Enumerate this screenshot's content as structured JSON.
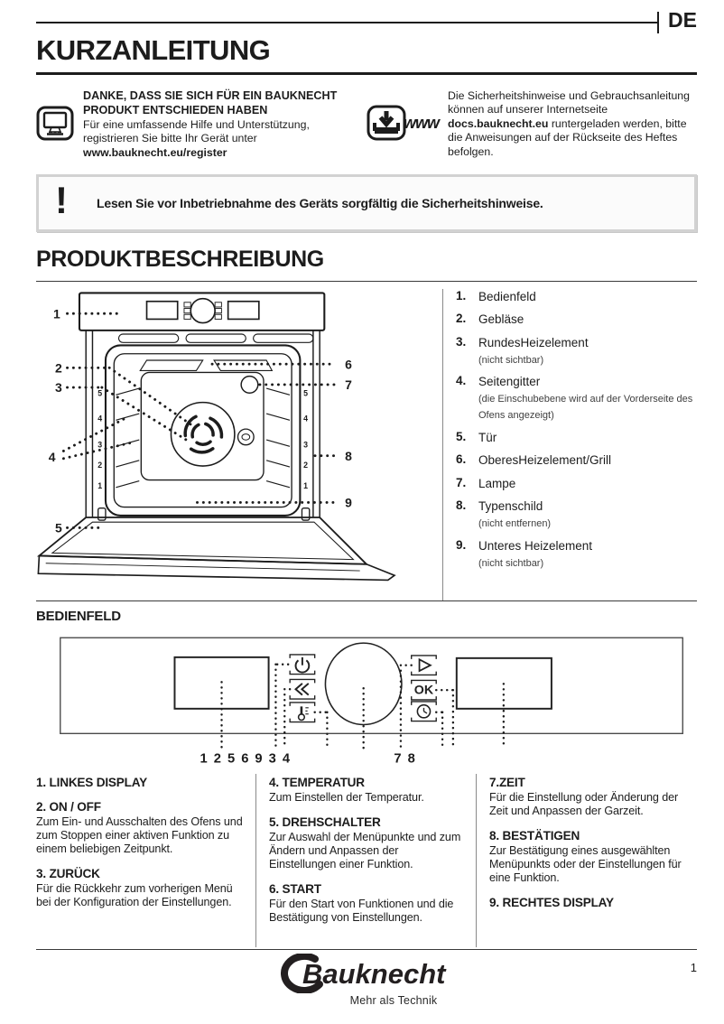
{
  "header": {
    "lang": "DE",
    "title": "KURZANLEITUNG"
  },
  "register_note": {
    "heading": "DANKE, DASS SIE SICH FÜR EIN BAUKNECHT PRODUKT ENTSCHIEDEN HABEN",
    "body": "Für eine umfassende Hilfe und Unterstützung, registrieren Sie bitte Ihr Gerät unter ",
    "link": "www.bauknecht.eu/register"
  },
  "docs_note": {
    "www_label": "www",
    "body_before": "Die Sicherheitshinweise und Gebrauchsanleitung können auf unserer Internetseite ",
    "link": "docs.bauknecht.eu",
    "body_after": " runtergeladen werden, bitte die Anweisungen auf der Rückseite des Heftes befolgen."
  },
  "warning": {
    "mark": "!",
    "text": "Lesen Sie vor Inbetriebnahme des Geräts sorgfältig die Sicherheitshinweise."
  },
  "product_section": {
    "heading": "PRODUKTBESCHREIBUNG",
    "items": [
      {
        "num": "1.",
        "label": "Bedienfeld",
        "note": ""
      },
      {
        "num": "2.",
        "label": "Gebläse",
        "note": ""
      },
      {
        "num": "3.",
        "label": "RundesHeizelement",
        "note": "(nicht sichtbar)"
      },
      {
        "num": "4.",
        "label": "Seitengitter",
        "note": "(die Einschubebene wird auf der Vorderseite des Ofens angezeigt)"
      },
      {
        "num": "5.",
        "label": "Tür",
        "note": ""
      },
      {
        "num": "6.",
        "label": "OberesHeizelement/Grill",
        "note": ""
      },
      {
        "num": "7.",
        "label": "Lampe",
        "note": ""
      },
      {
        "num": "8.",
        "label": "Typenschild",
        "note": "(nicht entfernen)"
      },
      {
        "num": "9.",
        "label": "Unteres Heizelement",
        "note": "(nicht sichtbar)"
      }
    ],
    "diagram_labels": {
      "l1": "1",
      "l2": "2",
      "l3": "3",
      "l4": "4",
      "l5": "5",
      "l6": "6",
      "l7": "7",
      "l8": "8",
      "l9": "9"
    },
    "shelf_levels": {
      "s5": "5",
      "s4": "4",
      "s3": "3",
      "s2": "2",
      "s1": "1"
    }
  },
  "panel_section": {
    "heading": "BEDIENFELD",
    "ok_label": "OK",
    "left_numbers": "1 2 5 6 9 3 4",
    "right_numbers": "7 8"
  },
  "controls": [
    {
      "num": "1.",
      "title": "LINKES DISPLAY",
      "desc": ""
    },
    {
      "num": "2.",
      "title": "ON / OFF",
      "desc": "Zum Ein- und Ausschalten des Ofens und zum Stoppen einer aktiven Funktion zu einem beliebigen Zeitpunkt."
    },
    {
      "num": "3.",
      "title": "ZURÜCK",
      "desc": "Für die Rückkehr zum vorherigen Menü bei der Konfiguration der Einstellungen."
    },
    {
      "num": "4.",
      "title": "TEMPERATUR",
      "desc": "Zum Einstellen der Temperatur."
    },
    {
      "num": "5.",
      "title": "DREHSCHALTER",
      "desc": "Zur Auswahl der Menüpunkte und zum Ändern und Anpassen der Einstellungen einer Funktion."
    },
    {
      "num": "6.",
      "title": "START",
      "desc": "Für den Start von Funktionen und die Bestätigung von Einstellungen."
    },
    {
      "num": "7.",
      "title": "ZEIT",
      "desc": "Für die Einstellung oder Änderung der Zeit und Anpassen der Garzeit."
    },
    {
      "num": "8.",
      "title": "BESTÄTIGEN",
      "desc": "Zur Bestätigung eines ausgewählten Menüpunkts oder der Einstellungen für eine Funktion."
    },
    {
      "num": "9.",
      "title": "RECHTES DISPLAY",
      "desc": ""
    }
  ],
  "footer": {
    "logo": "Bauknecht",
    "tagline": "Mehr als Technik",
    "page_number": "1"
  }
}
